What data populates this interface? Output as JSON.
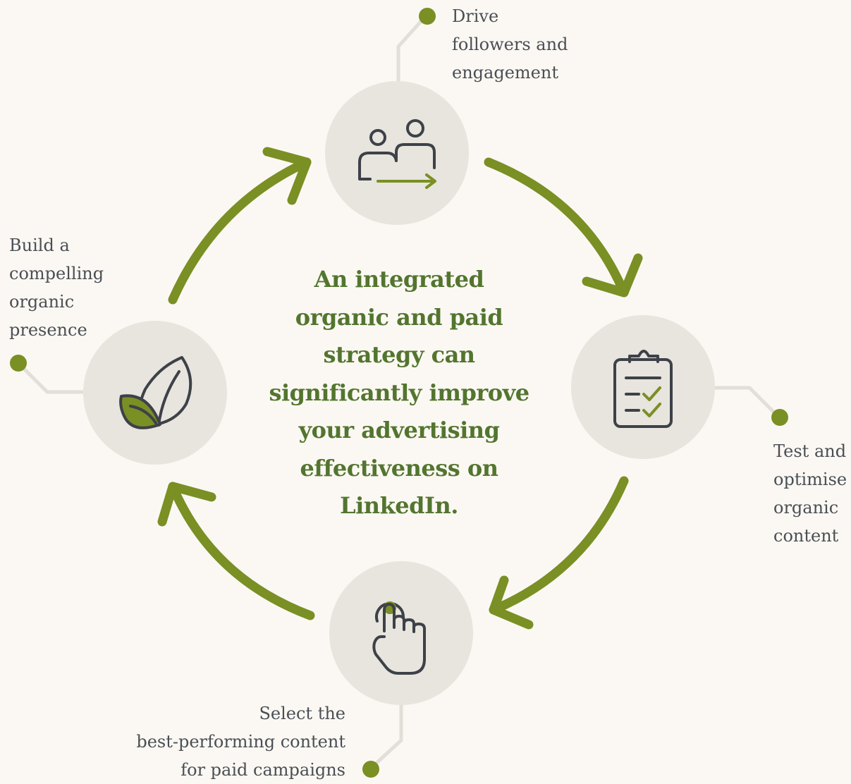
{
  "center_text": {
    "lines": [
      "An integrated",
      "organic and paid",
      "strategy can",
      "significantly improve",
      "your advertising",
      "effectiveness on",
      "LinkedIn."
    ]
  },
  "steps": [
    {
      "id": "drive",
      "icon": "people-arrow-icon",
      "lines": [
        "Drive",
        "followers and",
        "engagement"
      ]
    },
    {
      "id": "test",
      "icon": "clipboard-checklist-icon",
      "lines": [
        "Test and",
        "optimise",
        "organic",
        "content"
      ]
    },
    {
      "id": "select",
      "icon": "pointing-hand-icon",
      "lines": [
        "Select the",
        "best-performing content",
        "for paid campaigns"
      ]
    },
    {
      "id": "build",
      "icon": "leaves-icon",
      "lines": [
        "Build a",
        "compelling",
        "organic",
        "presence"
      ]
    }
  ],
  "colors": {
    "background": "#fbf8f3",
    "accent_green": "#7a8f24",
    "heading_green": "#53752f",
    "circle_fill": "#e8e4de",
    "connector": "#e2ded8",
    "icon_dark": "#3d4148",
    "body_text": "#4a4f55"
  }
}
